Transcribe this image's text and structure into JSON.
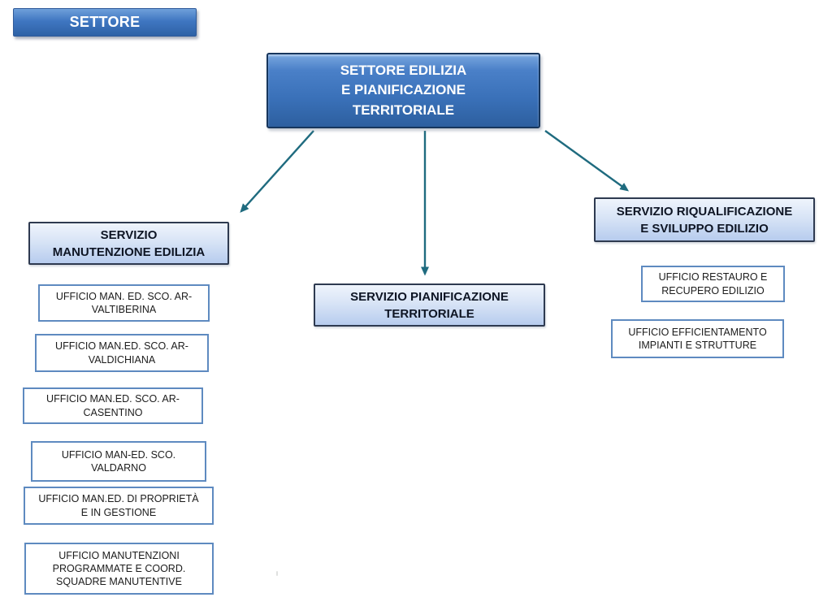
{
  "page_header": {
    "label": "SETTORE"
  },
  "org": {
    "root": {
      "label": "SETTORE  EDILIZIA\nE PIANIFICAZIONE\nTERRITORIALE"
    },
    "branches": [
      {
        "name": "servizio-manutenzione-edilizia",
        "label": "SERVIZIO\nMANUTENZIONE EDILIZIA",
        "offices": [
          {
            "label": "UFFICIO MAN. ED. SCO. AR-\nVALTIBERINA"
          },
          {
            "label": "UFFICIO MAN.ED. SCO.  AR-\nVALDICHIANA"
          },
          {
            "label": "UFFICIO MAN.ED. SCO. AR-\nCASENTINO"
          },
          {
            "label": "UFFICIO MAN-ED. SCO.\nVALDARNO"
          },
          {
            "label": "UFFICIO MAN.ED. DI PROPRIETÀ\nE IN GESTIONE"
          },
          {
            "label": "UFFICIO MANUTENZIONI\nPROGRAMMATE E COORD.\nSQUADRE MANUTENTIVE"
          }
        ]
      },
      {
        "name": "servizio-pianificazione-territoriale",
        "label": "SERVIZIO PIANIFICAZIONE\nTERRITORIALE",
        "offices": []
      },
      {
        "name": "servizio-riqualificazione-sviluppo-edilizio",
        "label": "SERVIZIO RIQUALIFICAZIONE\nE SVILUPPO EDILIZIO",
        "offices": [
          {
            "label": "UFFICIO RESTAURO E\nRECUPERO EDILIZIO"
          },
          {
            "label": "UFFICIO EFFICIENTAMENTO\nIMPIANTI E STRUTTURE"
          }
        ]
      }
    ]
  },
  "colors": {
    "root_box_top": "#79A7DF",
    "root_box_bottom": "#2D5F9F",
    "root_border": "#17365D",
    "branch_box_top": "#EFF4FC",
    "branch_box_bottom": "#B7CCEE",
    "branch_border": "#2E3A50",
    "office_border": "#5E8AC0",
    "arrow": "#1F6B7F"
  }
}
